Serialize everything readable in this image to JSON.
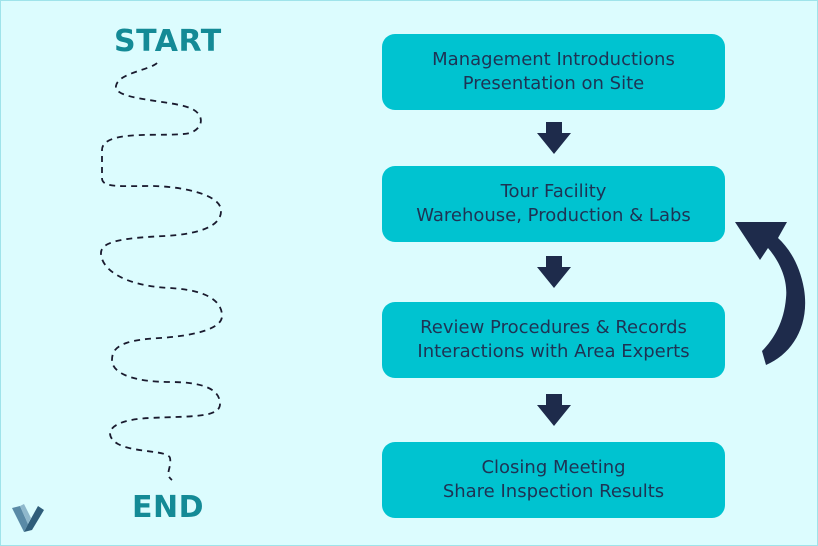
{
  "labels": {
    "start": "START",
    "end": "END"
  },
  "steps": [
    {
      "title": "Management Introductions",
      "subtitle": "Presentation on Site"
    },
    {
      "title": "Tour Facility",
      "subtitle": "Warehouse, Production & Labs"
    },
    {
      "title": "Review Procedures & Records",
      "subtitle": "Interactions with Area Experts"
    },
    {
      "title": "Closing Meeting",
      "subtitle": "Share Inspection Results"
    }
  ],
  "icons": {
    "down_arrow": "down-arrow-icon",
    "loop_arrow": "loop-back-arrow-icon",
    "logo": "v-logo-icon"
  },
  "colors": {
    "background": "#dcfcfe",
    "box_fill": "#00c3d0",
    "box_text": "#1e3354",
    "label_text": "#148a96",
    "arrow": "#1e2b4b"
  }
}
